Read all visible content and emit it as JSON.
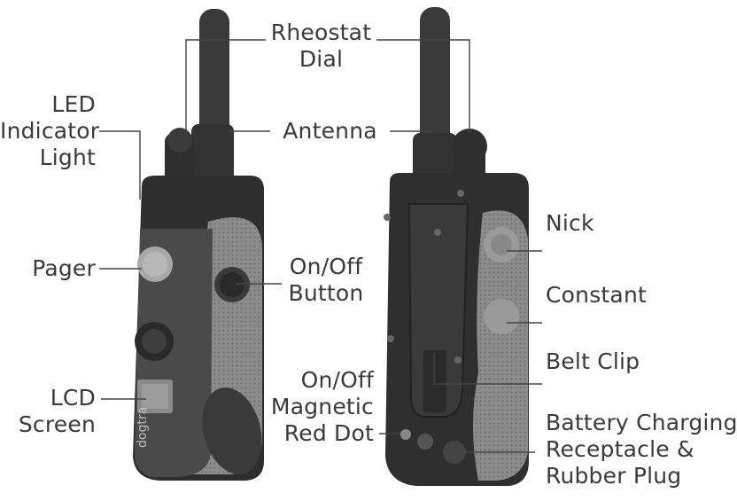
{
  "device_brand": "dogtra",
  "callouts": {
    "rheostat_dial": [
      "Rheostat",
      "Dial"
    ],
    "antenna": [
      "Antenna"
    ],
    "led_indicator": [
      "LED",
      "Indicator",
      "Light"
    ],
    "pager": [
      "Pager"
    ],
    "on_off_button": [
      "On/Off",
      "Button"
    ],
    "lcd_screen": [
      "LCD",
      "Screen"
    ],
    "nick": [
      "Nick"
    ],
    "constant": [
      "Constant"
    ],
    "belt_clip": [
      "Belt Clip"
    ],
    "magnetic_red_dot": [
      "On/Off",
      "Magnetic",
      "Red Dot"
    ],
    "battery_receptacle": [
      "Battery Charging",
      "Receptacle &",
      "Rubber Plug"
    ]
  },
  "colors": {
    "label_text": "#3a3a3a",
    "leader_line": "#444444",
    "body_dark": "#2e2e2e",
    "grip_gray": "#8a8a8a"
  }
}
